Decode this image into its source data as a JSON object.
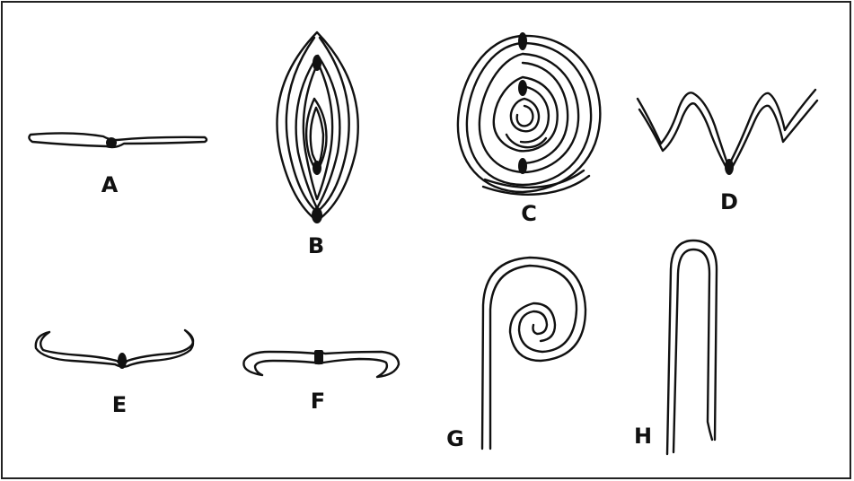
{
  "figure": {
    "panels": [
      {
        "id": "A",
        "label": "A",
        "shape": "flat"
      },
      {
        "id": "B",
        "label": "B",
        "shape": "nested-loops"
      },
      {
        "id": "C",
        "label": "C",
        "shape": "spiral-rings"
      },
      {
        "id": "D",
        "label": "D",
        "shape": "zigzag"
      },
      {
        "id": "E",
        "label": "E",
        "shape": "upturned-ends"
      },
      {
        "id": "F",
        "label": "F",
        "shape": "downturned-ends"
      },
      {
        "id": "G",
        "label": "G",
        "shape": "crozier"
      },
      {
        "id": "H",
        "label": "H",
        "shape": "hairpin"
      }
    ],
    "colors": {
      "ink": "#111111",
      "background": "#ffffff",
      "frame": "#222222"
    }
  }
}
